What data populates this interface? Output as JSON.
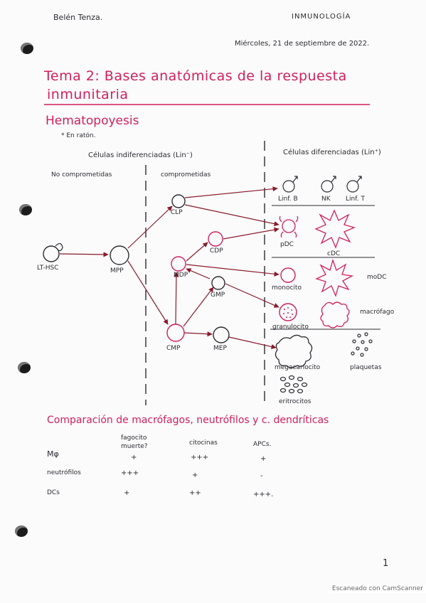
{
  "header": {
    "author": "Belén Tenza.",
    "subject": "INMUNOLOGÍA",
    "date": "Miércoles, 21 de septiembre de 2022."
  },
  "title": {
    "line1": "Tema 2: Bases anatómicas de la respuesta",
    "line2": "inmunitaria"
  },
  "section1": {
    "heading": "Hematopoyesis",
    "note": "* En ratón.",
    "undiff_label": "Células indiferenciadas (Lin⁻)",
    "diff_label": "Células diferenciadas (Lin⁺)",
    "no_comprometidas": "No comprometidas",
    "comprometidas": "comprometidas"
  },
  "cells": {
    "lt_hsc": "LT-HSC",
    "mpp": "MPP",
    "clp": "CLP",
    "cdp": "CDP",
    "mdp": "MDP",
    "gmp": "GMP",
    "cmp": "CMP",
    "mep": "MEP",
    "lin_b": "Linf. B",
    "nk": "NK",
    "lin_t": "Linf. T",
    "pdc": "pDC",
    "cdc": "cDC",
    "monocito": "monocito",
    "modc": "moDC",
    "granulocito": "granulocito",
    "macrofago": "macrófago",
    "megacariocito": "megacariocito",
    "plaquetas": "plaquetas",
    "eritrocitos": "eritrocitos"
  },
  "section2": {
    "heading": "Comparación de macrófagos, neutrófilos y c. dendríticas",
    "columns": [
      "fagocito muerte?",
      "citocinas",
      "APCs."
    ],
    "rows": [
      {
        "label": "Mφ",
        "values": [
          "+",
          "+++",
          "+"
        ]
      },
      {
        "label": "neutrófilos",
        "values": [
          "+++",
          "+",
          "-"
        ]
      },
      {
        "label": "DCs",
        "values": [
          "+",
          "++",
          "+++."
        ]
      }
    ]
  },
  "page_number": "1",
  "scanner": "Escaneado con CamScanner",
  "colors": {
    "ink": "#2b2b33",
    "accent": "#d11f5b",
    "paper": "#fbfbfb"
  }
}
